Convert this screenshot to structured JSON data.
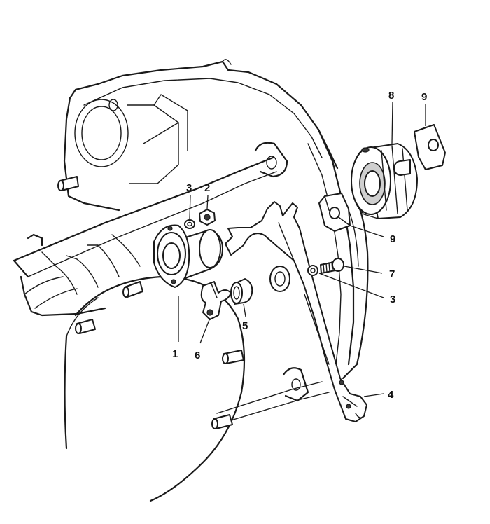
{
  "callouts": {
    "c1": "1",
    "c2": "2",
    "c3a": "3",
    "c3b": "3",
    "c4": "4",
    "c5": "5",
    "c6": "6",
    "c7": "7",
    "c8": "8",
    "c9a": "9",
    "c9b": "9"
  }
}
